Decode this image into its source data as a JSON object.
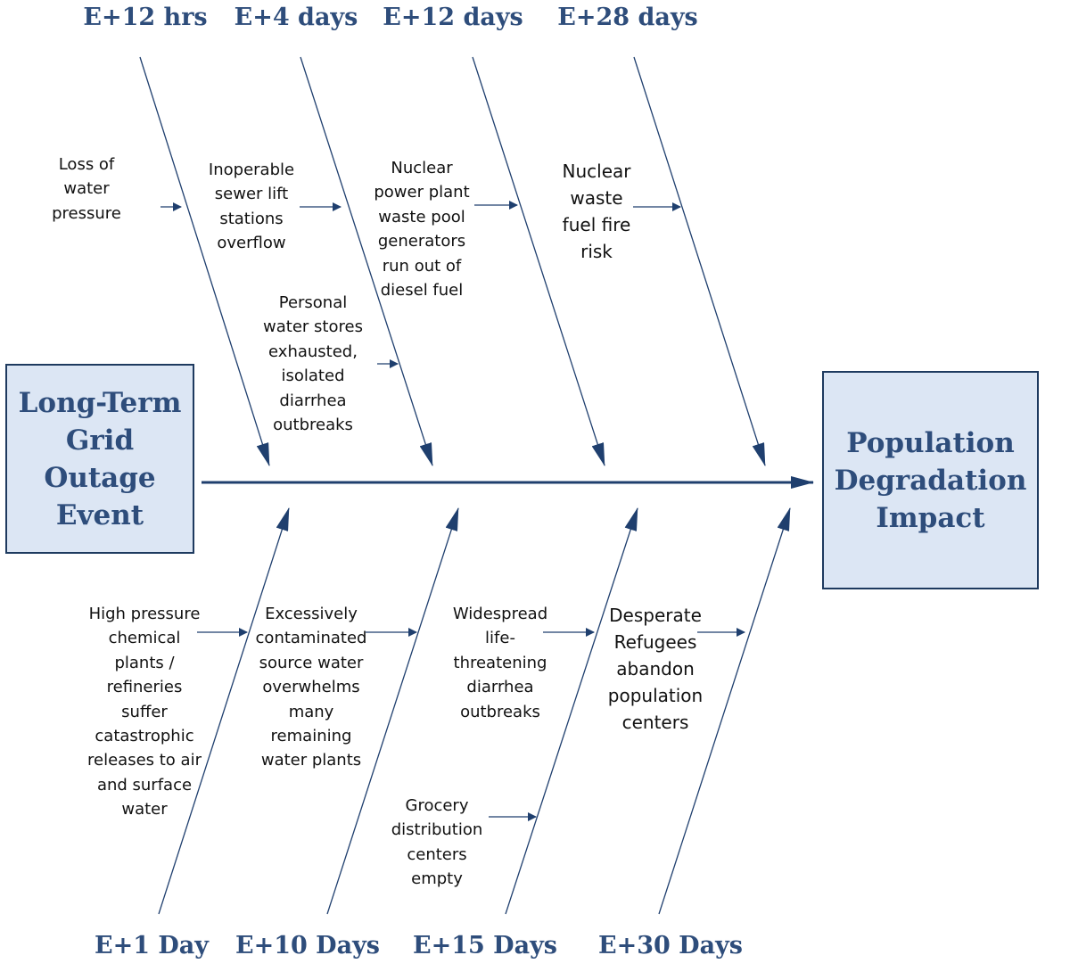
{
  "colors": {
    "heading": "#2e4d7b",
    "line": "#1f3f6e",
    "box_fill": "#dce6f4",
    "box_border": "#1e3a5f",
    "text": "#111111"
  },
  "top_timeline": [
    "E+12 hrs",
    "E+4 days",
    "E+12 days",
    "E+28 days"
  ],
  "bottom_timeline": [
    "E+1 Day",
    "E+10 Days",
    "E+15 Days",
    "E+30 Days"
  ],
  "event_box": {
    "label": "Long-Term\nGrid\nOutage\nEvent"
  },
  "impact_box": {
    "label": "Population\nDegradation\nImpact"
  },
  "top_causes": [
    {
      "label": "Loss of\nwater\npressure"
    },
    {
      "label": "Inoperable\nsewer lift\nstations\noverflow"
    },
    {
      "label": "Personal\nwater stores\nexhausted,\nisolated\ndiarrhea\noutbreaks"
    },
    {
      "label": "Nuclear\npower plant\nwaste pool\ngenerators\nrun out of\ndiesel fuel"
    },
    {
      "label": "Nuclear\nwaste\nfuel fire\nrisk"
    }
  ],
  "bottom_causes": [
    {
      "label": "High pressure\nchemical\nplants /\nrefineries\nsuffer\ncatastrophic\nreleases to air\nand surface\nwater"
    },
    {
      "label": "Excessively\ncontaminated\nsource water\noverwhelms\nmany\nremaining\nwater plants"
    },
    {
      "label": "Widespread\nlife-\nthreatening\ndiarrhea\noutbreaks"
    },
    {
      "label": "Grocery\ndistribution\ncenters\nempty"
    },
    {
      "label": "Desperate\nRefugees\nabandon\npopulation\ncenters"
    }
  ]
}
